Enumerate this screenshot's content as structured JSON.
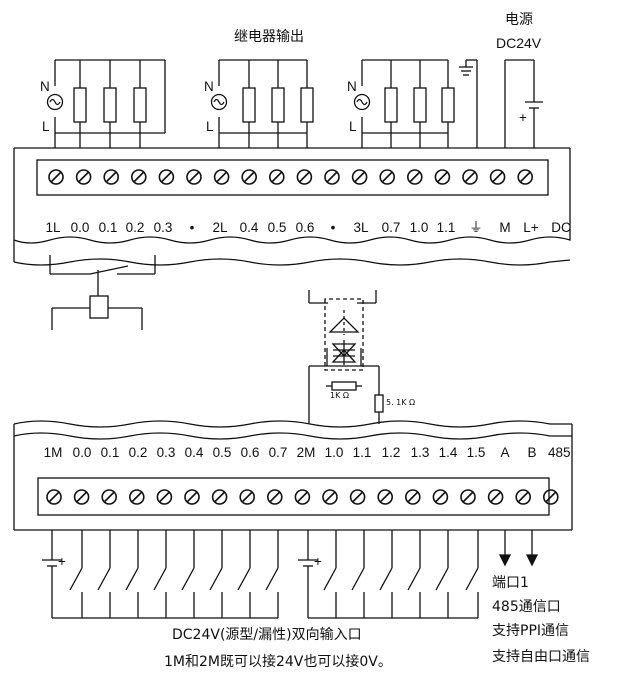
{
  "header": {
    "relay_output": "继电器输出",
    "power_title": "电源",
    "power_voltage": "DC24V"
  },
  "ac_source_labels": {
    "n": "N",
    "l": "L"
  },
  "output_terminals": [
    "1L",
    "0.0",
    "0.1",
    "0.2",
    "0.3",
    "•",
    "2L",
    "0.4",
    "0.5",
    "0.6",
    "•",
    "3L",
    "0.7",
    "1.0",
    "1.1",
    "⏚",
    "M",
    "L+",
    "DC"
  ],
  "input_terminals": [
    "1M",
    "0.0",
    "0.1",
    "0.2",
    "0.3",
    "0.4",
    "0.5",
    "0.6",
    "0.7",
    "2M",
    "1.0",
    "1.1",
    "1.2",
    "1.3",
    "1.4",
    "1.5",
    "A",
    "B",
    "485"
  ],
  "resistors": {
    "r1": "1K Ω",
    "r2": "5. 1K Ω"
  },
  "port_notes": [
    "端口1",
    "485通信口",
    "支持PPI通信",
    "支持自由口通信"
  ],
  "footer": {
    "line1": "DC24V(源型/漏性)双向输入口",
    "line2": "1M和2M既可以接24V也可以接0V。"
  },
  "polarity_plus": "+"
}
